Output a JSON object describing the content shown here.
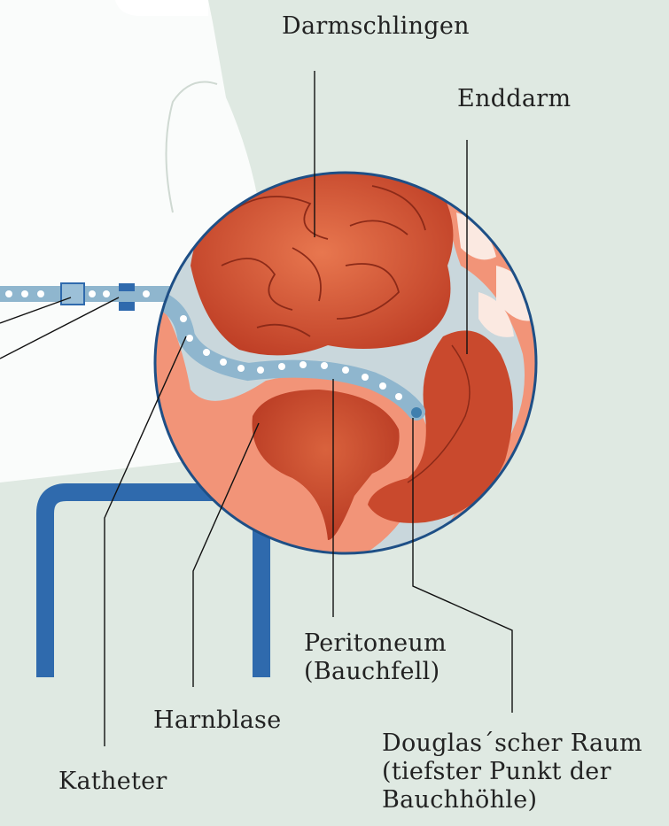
{
  "labels": {
    "darmschlingen": "Darmschlingen",
    "enddarm": "Enddarm",
    "peritoneum": [
      "Peritoneum",
      "(Bauchfell)"
    ],
    "harnblase": "Harnblase",
    "douglas": [
      "Douglas´scher Raum",
      "(tiefster Punkt der",
      "Bauchhöhle)"
    ],
    "katheter": "Katheter"
  },
  "colors": {
    "background": "#dfe9e2",
    "silhouette": "#ffffff",
    "chair": "#2f6aad",
    "intestine": "#c94a2e",
    "tissue": "#f29478",
    "catheter": "#8fb6ce",
    "circle_border": "#1e4f86"
  }
}
